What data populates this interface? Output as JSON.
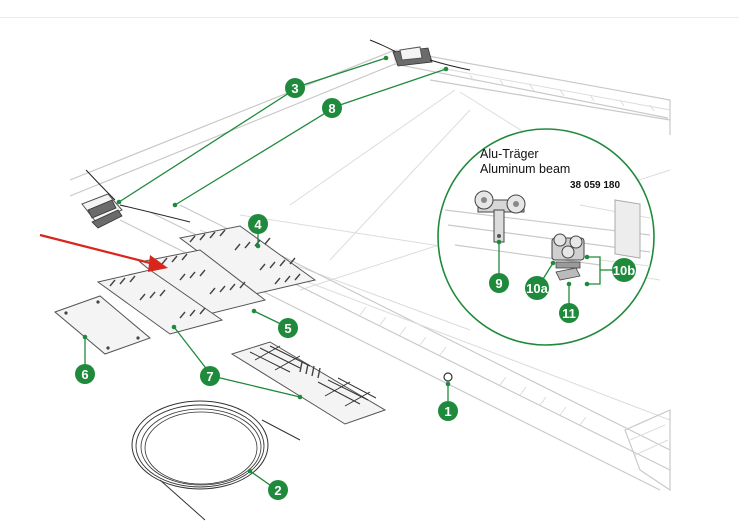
{
  "inset": {
    "title_de": "Alu-Träger",
    "title_en": "Aluminum beam",
    "part_number": "38 059 180"
  },
  "callouts": [
    {
      "id": "c1",
      "label": "1"
    },
    {
      "id": "c2",
      "label": "2"
    },
    {
      "id": "c3",
      "label": "3"
    },
    {
      "id": "c4",
      "label": "4"
    },
    {
      "id": "c5",
      "label": "5"
    },
    {
      "id": "c6",
      "label": "6"
    },
    {
      "id": "c7",
      "label": "7"
    },
    {
      "id": "c8",
      "label": "8"
    },
    {
      "id": "c9",
      "label": "9"
    },
    {
      "id": "c10a",
      "label": "10a"
    },
    {
      "id": "c10b",
      "label": "10b"
    },
    {
      "id": "c11",
      "label": "11"
    }
  ],
  "colors": {
    "callout": "#1f8a3c",
    "arrow": "#d9261c",
    "frame": "#c9c9c9"
  }
}
